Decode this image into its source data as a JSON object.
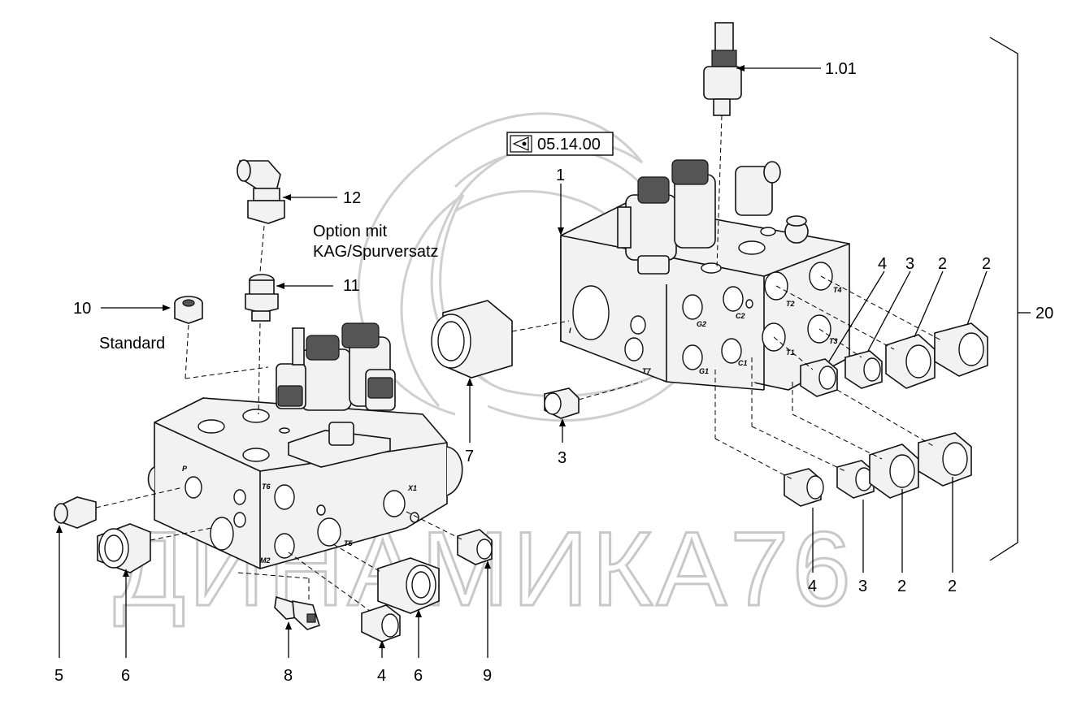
{
  "reference_box": {
    "text": "05.14.00",
    "icon": "eye-icon"
  },
  "watermark": {
    "text": "ДИНАМИКА76"
  },
  "captions": {
    "option_line1": "Option mit",
    "option_line2": "KAG/Spurversatz",
    "standard": "Standard"
  },
  "callouts": {
    "c101": "1.01",
    "c1": "1",
    "c12": "12",
    "c11": "11",
    "c10": "10",
    "c20": "20",
    "c7": "7",
    "c3_mid": "3",
    "c4_top": "4",
    "c3_top": "3",
    "c2_top_a": "2",
    "c2_top_b": "2",
    "c5": "5",
    "c6_left": "6",
    "c8": "8",
    "c4_bottom": "4",
    "c6_bottom": "6",
    "c9": "9",
    "c4_right": "4",
    "c3_right": "3",
    "c2_right_a": "2",
    "c2_right_b": "2"
  },
  "port_labels": {
    "t4": "T4",
    "t2": "T2",
    "t3": "T3",
    "t1": "T1",
    "c2": "C2",
    "c1": "C1",
    "g2": "G2",
    "g1": "G1",
    "t7": "T7",
    "t6": "T6",
    "t5": "T5",
    "x1": "X1",
    "m2": "M2",
    "p": "P",
    "i": "I"
  }
}
